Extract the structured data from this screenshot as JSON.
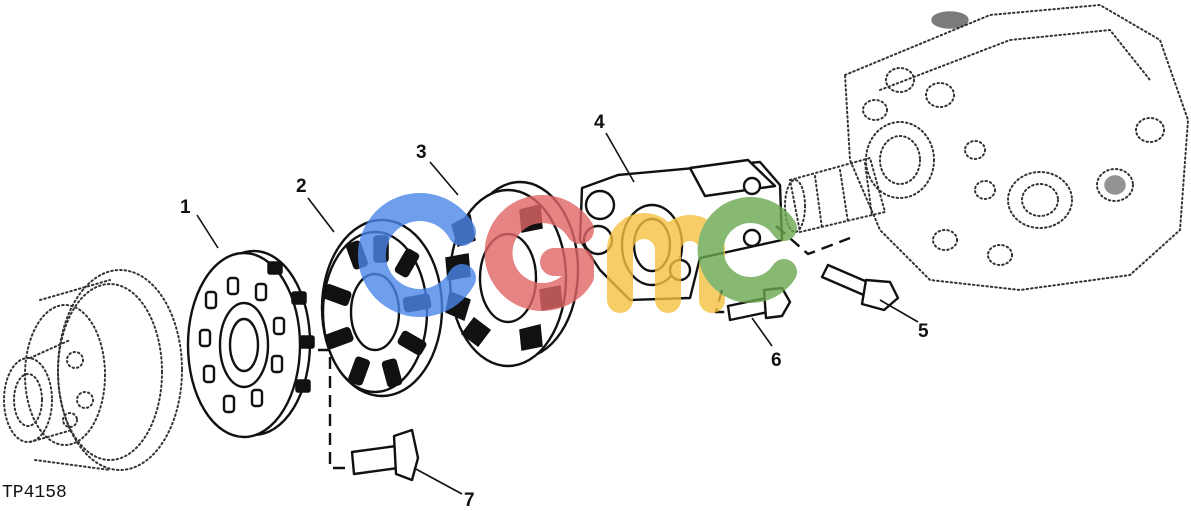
{
  "figure_id": "TP4158",
  "callouts": {
    "c1": "1",
    "c2": "2",
    "c3": "3",
    "c4": "4",
    "c5": "5",
    "c6": "6",
    "c7": "7"
  },
  "watermark": "CGMC",
  "colors": {
    "ink": "#111111",
    "watermark_blue": "#4a86e8",
    "watermark_red": "#e06666",
    "watermark_yellow": "#f6c142",
    "watermark_green": "#6aa84f"
  }
}
